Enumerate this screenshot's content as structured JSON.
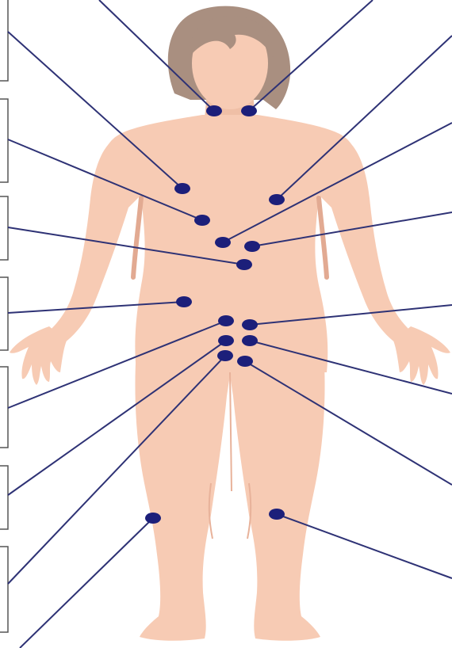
{
  "figure": {
    "type": "anatomical-diagram",
    "subject": "female-body-front",
    "label_boxes": [],
    "colors": {
      "skin": "#f7cbb4",
      "skin_shadow": "#e8b29a",
      "hair": "#a98f80",
      "hair_dark": "#8e7568",
      "marker": "#1c1f7a",
      "leader_line": "#2e3275",
      "box_border": "#555555"
    },
    "points": [
      {
        "name": "neck-left"
      },
      {
        "name": "neck-right"
      },
      {
        "name": "chest-left"
      },
      {
        "name": "chest-right"
      },
      {
        "name": "breast-left"
      },
      {
        "name": "sternum-left"
      },
      {
        "name": "sternum-right"
      },
      {
        "name": "abdomen-center"
      },
      {
        "name": "waist-left"
      },
      {
        "name": "groin-upper-left"
      },
      {
        "name": "groin-upper-right"
      },
      {
        "name": "groin-mid-left"
      },
      {
        "name": "groin-mid-right"
      },
      {
        "name": "groin-lower-left"
      },
      {
        "name": "groin-lower-right"
      },
      {
        "name": "knee-left"
      },
      {
        "name": "knee-right"
      }
    ]
  }
}
